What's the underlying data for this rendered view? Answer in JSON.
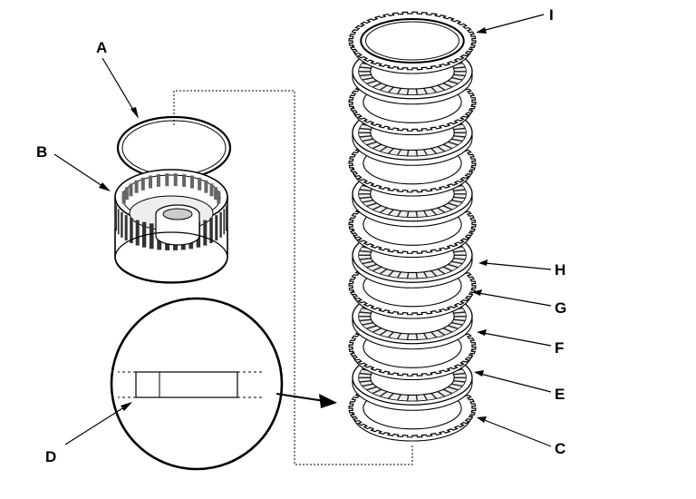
{
  "labels": {
    "A": "A",
    "B": "B",
    "C": "C",
    "D": "D",
    "E": "E",
    "F": "F",
    "G": "G",
    "H": "H",
    "I": "I"
  },
  "plate_stack": [
    {
      "kind": "pressure"
    },
    {
      "kind": "friction"
    },
    {
      "kind": "steel"
    },
    {
      "kind": "friction"
    },
    {
      "kind": "steel"
    },
    {
      "kind": "friction"
    },
    {
      "kind": "steel"
    },
    {
      "kind": "friction"
    },
    {
      "kind": "steel"
    },
    {
      "kind": "friction"
    },
    {
      "kind": "steel"
    },
    {
      "kind": "friction"
    },
    {
      "kind": "steel"
    }
  ]
}
